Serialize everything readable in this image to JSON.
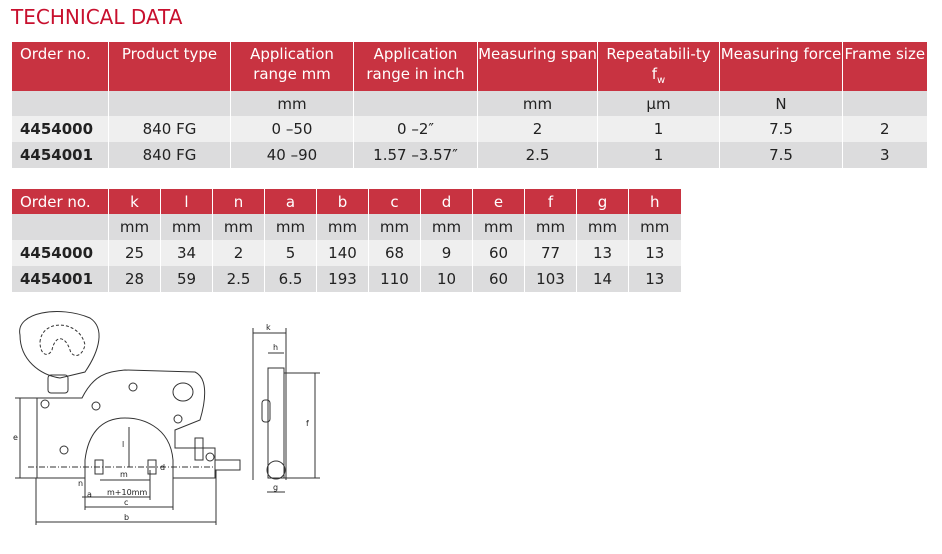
{
  "title": "TECHNICAL DATA",
  "table1": {
    "headers": [
      "Order no.",
      "Product type",
      "Application range mm",
      "Application range in inch",
      "Measuring span",
      "Repeatabili-ty f",
      "Measuring force",
      "Frame size"
    ],
    "header_sub": "w",
    "units": [
      "",
      "",
      "mm",
      "",
      "mm",
      "µm",
      "N",
      ""
    ],
    "rows": [
      [
        "4454000",
        "840 FG",
        "0 –50",
        "0 –2″",
        "2",
        "1",
        "7.5",
        "2"
      ],
      [
        "4454001",
        "840 FG",
        "40 –90",
        "1.57 –3.57″",
        "2.5",
        "1",
        "7.5",
        "3"
      ]
    ]
  },
  "table2": {
    "headers": [
      "Order no.",
      "k",
      "l",
      "n",
      "a",
      "b",
      "c",
      "d",
      "e",
      "f",
      "g",
      "h"
    ],
    "units": [
      "",
      "mm",
      "mm",
      "mm",
      "mm",
      "mm",
      "mm",
      "mm",
      "mm",
      "mm",
      "mm",
      "mm"
    ],
    "rows": [
      [
        "4454000",
        "25",
        "34",
        "2",
        "5",
        "140",
        "68",
        "9",
        "60",
        "77",
        "13",
        "13"
      ],
      [
        "4454001",
        "28",
        "59",
        "2.5",
        "6.5",
        "193",
        "110",
        "10",
        "60",
        "103",
        "14",
        "13"
      ]
    ]
  },
  "drawing": {
    "labels": {
      "e": "e",
      "l": "l",
      "m": "m",
      "n": "n",
      "a": "a",
      "d": "d",
      "m10": "m+10mm",
      "c": "c",
      "b": "b",
      "k": "k",
      "h": "h",
      "f": "f",
      "g": "g"
    }
  }
}
